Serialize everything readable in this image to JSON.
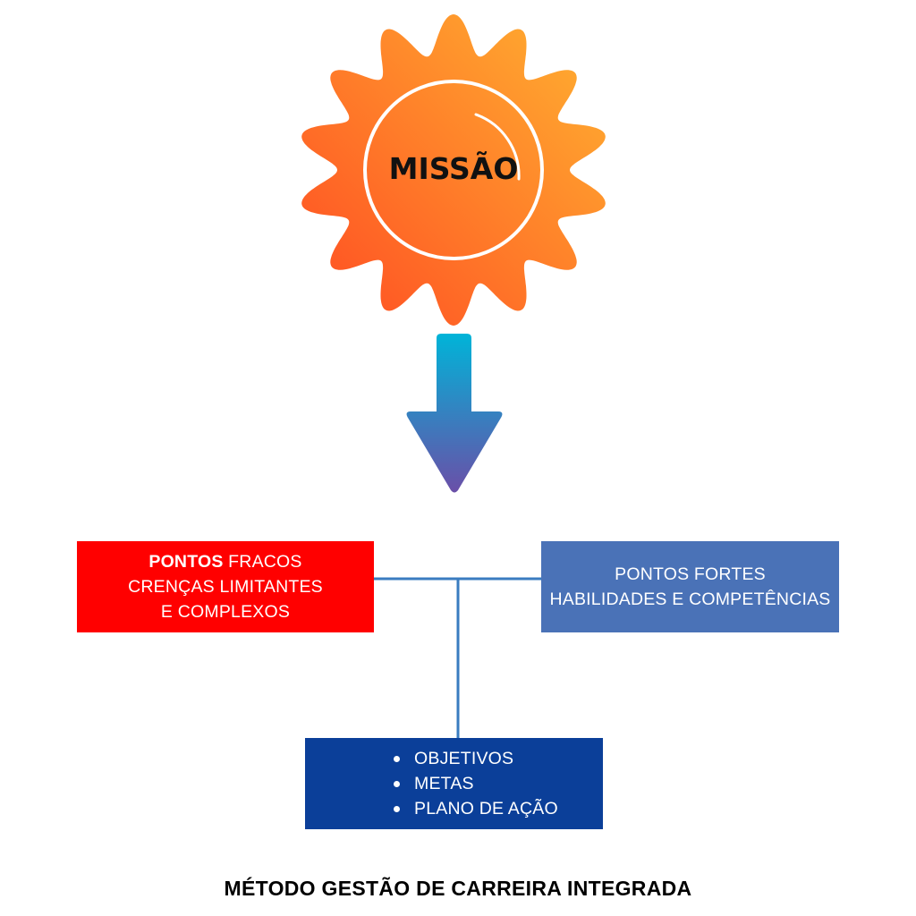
{
  "mission": {
    "label": "MISSÃO"
  },
  "weak_box": {
    "bold": "PONTOS",
    "line1_rest": " FRACOS",
    "line2": "CRENÇAS LIMITANTES",
    "line3": "E COMPLEXOS"
  },
  "strong_box": {
    "line1": "PONTOS FORTES",
    "line2": "HABILIDADES E COMPETÊNCIAS"
  },
  "goals_box": {
    "items": [
      "OBJETIVOS",
      "METAS",
      "PLANO DE AÇÃO"
    ]
  },
  "footer": {
    "title": "MÉTODO GESTÃO DE CARREIRA INTEGRADA"
  },
  "colors": {
    "sun_top": "#ffb431",
    "sun_bottom": "#ff4a22",
    "arrow_top": "#00b4d8",
    "arrow_bottom": "#6a4fa8",
    "weak": "#ff0000",
    "strong": "#4a72b7",
    "goals": "#0b3f99",
    "connector": "#3a7cc0"
  }
}
